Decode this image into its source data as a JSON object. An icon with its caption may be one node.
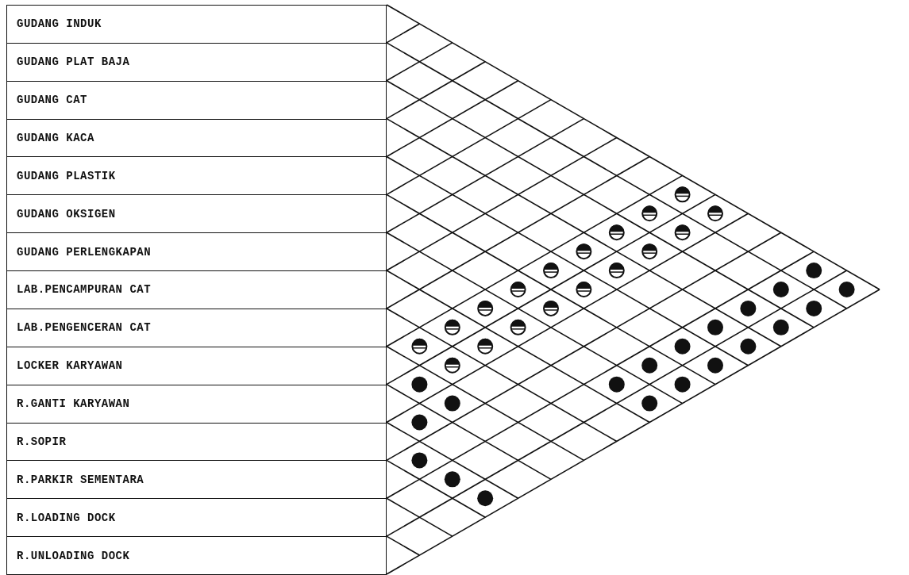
{
  "diagram": {
    "nodes": [
      {
        "text": [
          "GUDANG INDUK"
        ]
      },
      {
        "text": [
          "GUDANG PLAT BAJA"
        ]
      },
      {
        "text": [
          "GUDANG CAT"
        ]
      },
      {
        "text": [
          "GUDANG KACA"
        ]
      },
      {
        "text": [
          "GUDANG PLASTIK"
        ]
      },
      {
        "text": [
          "GUDANG OKSIGEN"
        ]
      },
      {
        "text": [
          "GUDANG PERLENGKAPAN"
        ]
      },
      {
        "text": [
          "LAB.PENCAMPURAN CAT"
        ]
      },
      {
        "text": [
          "LAB.PENGENCERAN CAT"
        ]
      },
      {
        "text": [
          "LOCKER KARYAWAN"
        ]
      },
      {
        "text": [
          "R.GANTI KARYAWAN"
        ]
      },
      {
        "text": [
          "R.SOPIR"
        ]
      },
      {
        "text": [
          "R.PARKIR SEMENTARA"
        ]
      },
      {
        "text": [
          "R.LOADING DOCK"
        ]
      },
      {
        "text": [
          "R.UNLOADING DOCK"
        ]
      }
    ]
  }
}
